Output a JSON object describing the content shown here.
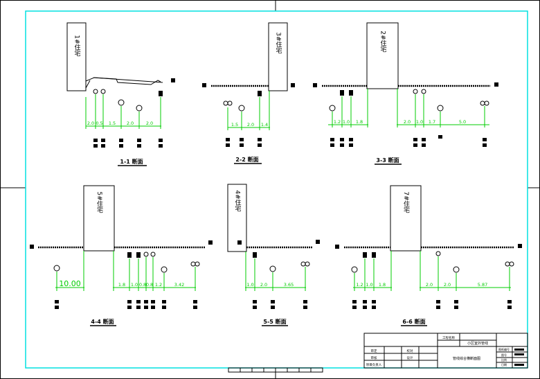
{
  "sections": [
    {
      "building": "1#住宅",
      "label": "1-1 断面",
      "dims": [
        "2.0",
        "0.5",
        "1.5",
        "2.0",
        "2.0"
      ]
    },
    {
      "building": "3#住宅",
      "label": "2-2 断面",
      "dims": [
        "1.5",
        "2.0",
        "1.4"
      ]
    },
    {
      "building": "2#住宅",
      "label": "3-3 断面",
      "dims": [
        "1.2",
        "1.0",
        "1.8",
        "2.0",
        "1.0",
        "1.7",
        "5.0"
      ]
    },
    {
      "building": "5#住宅",
      "label": "4-4 断面",
      "dims": [
        "1.8",
        "1.0",
        "0.8",
        "0.8",
        "1.2",
        "3.42"
      ],
      "big_dim": "10.00"
    },
    {
      "building": "4#住宅",
      "label": "5-5 断面",
      "dims": [
        "1.0",
        "2.0",
        "3.65"
      ]
    },
    {
      "building": "7#住宅",
      "label": "6-6 断面",
      "dims": [
        "1.2",
        "1.0",
        "1.8",
        "2.0",
        "2.0",
        "5.87"
      ]
    }
  ],
  "title_block": {
    "project_label": "工程名称",
    "project_name": "小区室外管线",
    "drawing_title": "管线综合横断面图",
    "left_cells": [
      "审定",
      "审核",
      "项目负责人"
    ],
    "mid_cells": [
      "校对",
      "设计"
    ],
    "right_cells": [
      "图纸编号",
      "图号",
      "比例",
      "日期"
    ]
  },
  "colors": {
    "frame": "#00e0e0",
    "dim": "#00cc00",
    "line": "#000000"
  }
}
